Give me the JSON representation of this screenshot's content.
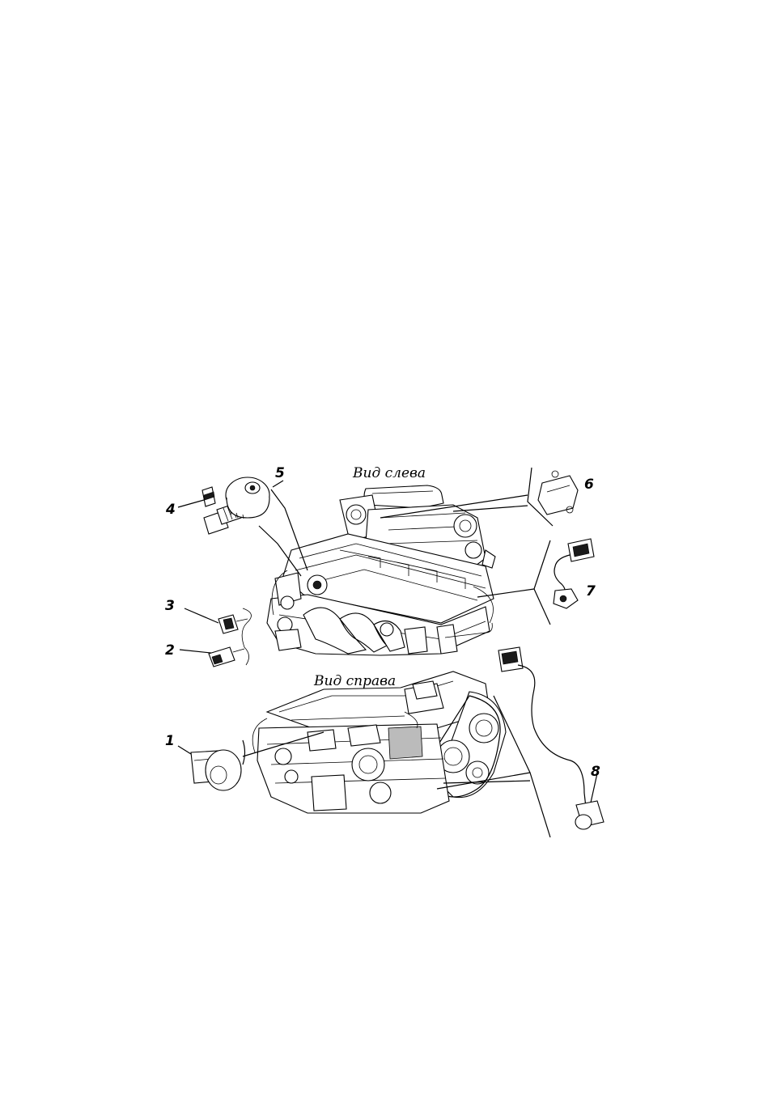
{
  "views": {
    "left": "Вид слева",
    "right": "Вид справа"
  },
  "callouts": [
    "1",
    "2",
    "3",
    "4",
    "5",
    "6",
    "7",
    "8"
  ]
}
